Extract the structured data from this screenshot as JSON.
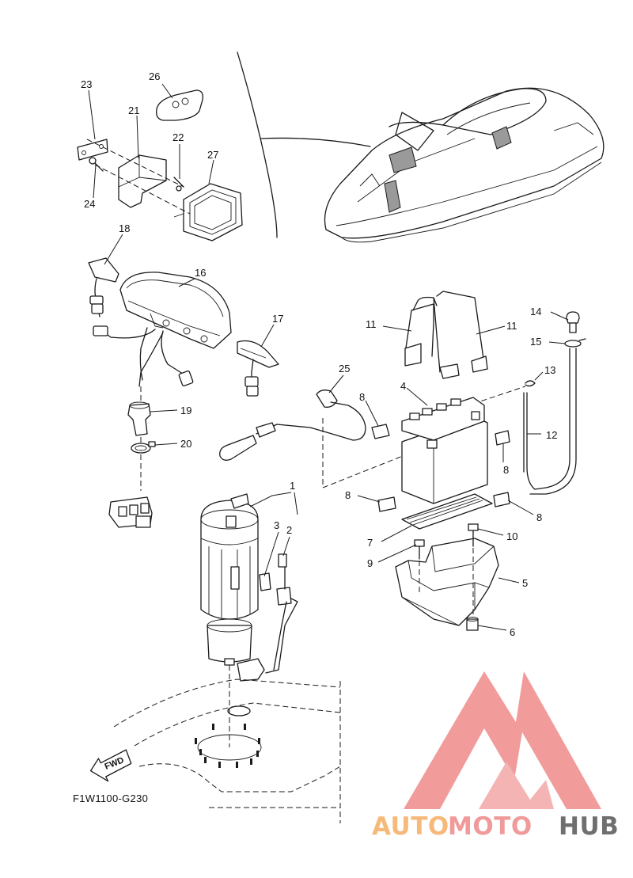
{
  "diagram": {
    "code": "F1W1100-G230",
    "fwd_label": "FWD",
    "callouts": [
      "1",
      "2",
      "3",
      "4",
      "5",
      "6",
      "7",
      "8",
      "9",
      "10",
      "11",
      "12",
      "13",
      "14",
      "15",
      "16",
      "17",
      "18",
      "19",
      "20",
      "21",
      "22",
      "23",
      "24",
      "25",
      "26",
      "27"
    ]
  },
  "watermark": {
    "word_1": "AUTO",
    "word_2": "MOTO",
    "word_3": "HUB",
    "colors": {
      "auto": "#f6b97a",
      "moto": "#f09a9a",
      "hub": "#6f6f6f",
      "logo": "#ef8a8a"
    }
  }
}
